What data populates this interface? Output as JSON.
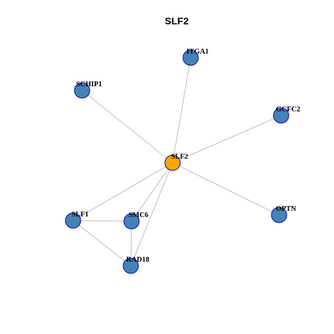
{
  "title": "SLF2",
  "colors": {
    "center_fill": "#FFA500",
    "node_fill": "#4682B4",
    "node_stroke": "#0000CD",
    "edge": "#AAAAAA"
  },
  "nodes": [
    {
      "id": "SLF2",
      "label": "SLF2",
      "role": "center"
    },
    {
      "id": "ITGA1",
      "label": "ITGA1",
      "role": "neighbor"
    },
    {
      "id": "SCHIP1",
      "label": "SCHIP1",
      "role": "neighbor"
    },
    {
      "id": "GCFC2",
      "label": "GCFC2",
      "role": "neighbor"
    },
    {
      "id": "OPTN",
      "label": "OPTN",
      "role": "neighbor"
    },
    {
      "id": "SLF1",
      "label": "SLF1",
      "role": "neighbor"
    },
    {
      "id": "SMC6",
      "label": "SMC6",
      "role": "neighbor"
    },
    {
      "id": "RAD18",
      "label": "RAD18",
      "role": "neighbor"
    }
  ],
  "edges": [
    {
      "source": "SLF2",
      "target": "ITGA1"
    },
    {
      "source": "SLF2",
      "target": "SCHIP1"
    },
    {
      "source": "SLF2",
      "target": "GCFC2"
    },
    {
      "source": "SLF2",
      "target": "OPTN"
    },
    {
      "source": "SLF2",
      "target": "SLF1"
    },
    {
      "source": "SLF2",
      "target": "SMC6"
    },
    {
      "source": "SLF2",
      "target": "RAD18"
    },
    {
      "source": "SLF1",
      "target": "SMC6"
    },
    {
      "source": "SLF1",
      "target": "RAD18"
    },
    {
      "source": "SMC6",
      "target": "RAD18"
    }
  ]
}
